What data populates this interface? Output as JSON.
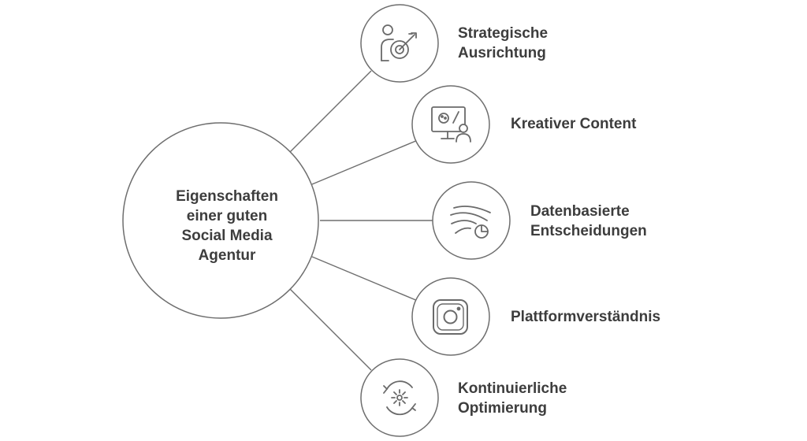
{
  "diagram": {
    "center": {
      "lines": [
        "Eigenschaften",
        "einer guten",
        "Social Media",
        "Agentur"
      ]
    },
    "nodes": [
      {
        "icon": "target-person-icon",
        "lines": [
          "Strategische",
          "Ausrichtung"
        ]
      },
      {
        "icon": "creative-presentation-icon",
        "lines": [
          "Kreativer Content"
        ]
      },
      {
        "icon": "data-analytics-icon",
        "lines": [
          "Datenbasierte",
          "Entscheidungen"
        ]
      },
      {
        "icon": "instagram-icon",
        "lines": [
          "Plattformverständnis"
        ]
      },
      {
        "icon": "cycle-gear-icon",
        "lines": [
          "Kontinuierliche",
          "Optimierung"
        ]
      }
    ]
  },
  "colors": {
    "stroke": "#6e6e6e",
    "icon": "#6a6a6a",
    "text": "#3d3d3d"
  }
}
